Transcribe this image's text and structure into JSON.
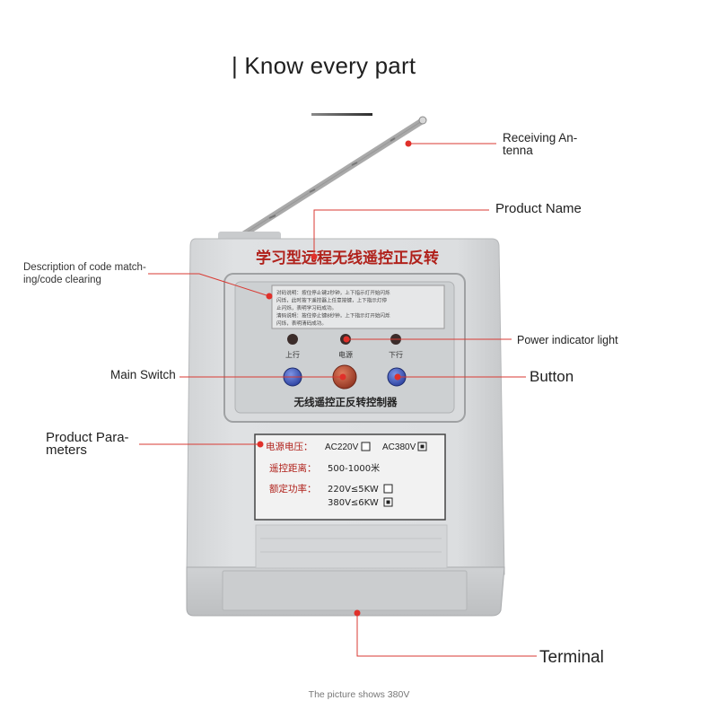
{
  "header": {
    "title": "| Know every part"
  },
  "labels": {
    "antenna": "Receiving An-\ntenna",
    "product_name": "Product Name",
    "code_desc": "Description of code match-\ning/code clearing",
    "power_light": "Power indicator light",
    "main_switch": "Main Switch",
    "button": "Button",
    "parameters": "Product Para-\nmeters",
    "terminal": "Terminal"
  },
  "device": {
    "top_title": "学习型远程无线遥控正反转",
    "instruction_text": "对码说明：按住停止键2秒钟，上下指示灯开始闪烁\n闪烁，此时按下遥控器上任意按键，上下指示灯停\n止闪烁，表明学习码成功。\n清码说明：按住停止键8秒钟，上下指示灯开始闪烁\n闪烁，表明清码成功。",
    "indicator_up": "上行",
    "indicator_power": "电源",
    "indicator_down": "下行",
    "controller_name": "无线遥控正反转控制器",
    "plate": {
      "voltage_label": "电源电压：",
      "voltage_opt1": "AC220V",
      "voltage_opt2": "AC380V",
      "distance_label": "遥控距离：",
      "distance_value": "500-1000米",
      "power_label": "额定功率：",
      "power_opt1": "220V≤5KW",
      "power_opt2": "380V≤6KW"
    }
  },
  "footer": {
    "caption": "The picture shows 380V"
  },
  "colors": {
    "accent": "#e0302a",
    "button_blue": "#2e4fbf",
    "switch_red": "#c0462e"
  }
}
